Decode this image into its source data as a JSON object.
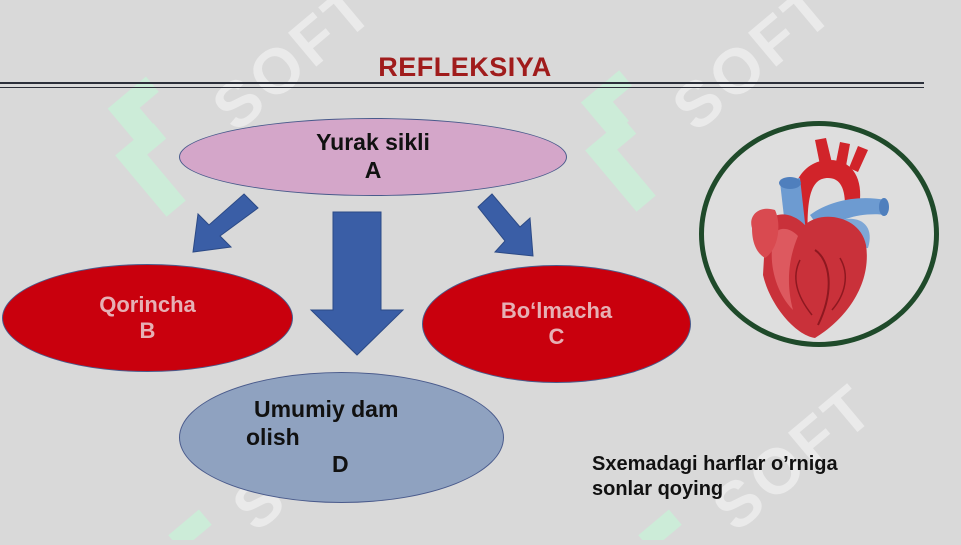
{
  "title": "REFLEKSIYA",
  "nodes": {
    "a": {
      "label": "Yurak sikli",
      "letter": "A"
    },
    "b": {
      "label": "Qorincha",
      "letter": "B"
    },
    "c": {
      "label": "Bo‘lmacha",
      "letter": "C"
    },
    "d": {
      "line1": "Umumiy dam",
      "line2": "olish",
      "letter": "D"
    }
  },
  "instruction": {
    "line1": "Sxemadagi harflar o’rniga",
    "line2": "sonlar qoying"
  },
  "watermark": "SOFT",
  "colors": {
    "background": "#d9d9d9",
    "title": "#a01c1c",
    "arrow": "#3a5ea6",
    "node_a": "#d4a6c9",
    "node_bc": "#c9000d",
    "node_d": "#8fa2c0",
    "heart_ring": "#1f4a2a"
  }
}
